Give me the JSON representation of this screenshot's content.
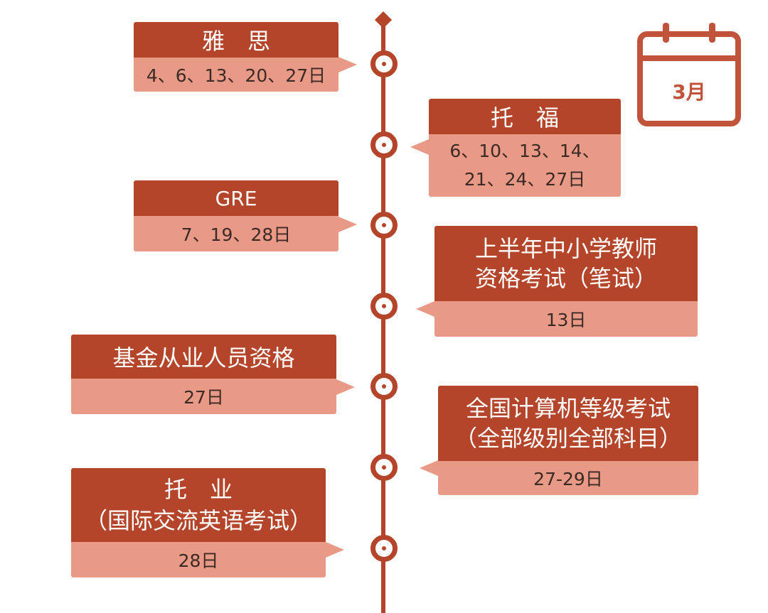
{
  "calendar": {
    "month": "3月"
  },
  "events": [
    {
      "title_lines": [
        "雅　思"
      ],
      "date_lines": [
        "4、6、13、20、27日"
      ]
    },
    {
      "title_lines": [
        "托　福"
      ],
      "date_lines": [
        "6、10、13、14、",
        "21、24、27日"
      ]
    },
    {
      "title_lines": [
        "GRE"
      ],
      "date_lines": [
        "7、19、28日"
      ]
    },
    {
      "title_lines": [
        "上半年中小学教师",
        "资格考试（笔试）"
      ],
      "date_lines": [
        "13日"
      ]
    },
    {
      "title_lines": [
        "基金从业人员资格"
      ],
      "date_lines": [
        "27日"
      ]
    },
    {
      "title_lines": [
        "全国计算机等级考试",
        "（全部级别全部科目）"
      ],
      "date_lines": [
        "27-29日"
      ]
    },
    {
      "title_lines": [
        "托　业",
        "（国际交流英语考试）"
      ],
      "date_lines": [
        "28日"
      ]
    }
  ],
  "colors": {
    "primary": "#b5452a",
    "secondary": "#e99a86",
    "calendar": "#c0533a"
  }
}
